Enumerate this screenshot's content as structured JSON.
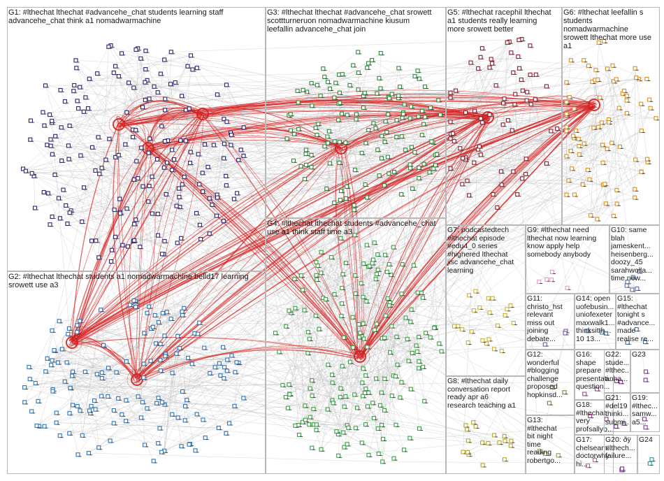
{
  "colors": {
    "background": "#ffffff",
    "box_border": "#b8b8b8",
    "edge_gray": "#b9b9b9",
    "edge_red": "#d42020",
    "hub_ring": "#c0392b"
  },
  "groups": [
    {
      "id": "G1",
      "label": "G1: #lthechat lthechat #advancehe_chat students learning staff\nadvancehe_chat think a1 nomadwarmachine",
      "node_color": "#2a2470"
    },
    {
      "id": "G2",
      "label": "G2: #lthechat lthechat students a1 nomadwarmachine belld17 learning\nsrowett use a3",
      "node_color": "#2f74b8"
    },
    {
      "id": "G3",
      "label": "G3: #lthechat lthechat #advancehe_chat srowett\nscottturneruon nomadwarmachine kiusum\nleefallin advancehe_chat join",
      "node_color": "#2e8a3a"
    },
    {
      "id": "G4",
      "label": "G4: #lthechat lthechat students #advancehe_chat\nuse a1 think staff time a3",
      "node_color": "#3aa045"
    },
    {
      "id": "G5",
      "label": "G5: #lthechat racephil lthechat\na1 students really learning\nmore srowett better",
      "node_color": "#8a1f2e"
    },
    {
      "id": "G6",
      "label": "G6: #lthechat leefallin s\nstudents\nnomadwarmachine\nsrowett lthechat more use\na1",
      "node_color": "#d4922a"
    },
    {
      "id": "G7",
      "label": "G7: podcastedtech\n#lthechat episode\n#edu4_0 series\n#highered lthechat\njisc advancehe_chat\nlearning",
      "node_color": "#c8b23a"
    },
    {
      "id": "G8",
      "label": "G8: #lthechat daily\nconversation report\nready apr a6\nresearch teaching a1",
      "node_color": "#b5a52e"
    },
    {
      "id": "G9",
      "label": "G9: #lthechat need\nlthechat now learning\nknow apply help\nsomebody anybody",
      "node_color": "#d9a0c8"
    },
    {
      "id": "G10",
      "label": "G10: same\nblah\njameskent...\nheisenberg...\ndoozy_45\nsarahwolla...\ntime new...",
      "node_color": "#5a6fb0"
    },
    {
      "id": "G11",
      "label": "G11: christo_hst\nrelevant\nmiss out\njoining\ndebate...",
      "node_color": "#7a5a9a"
    },
    {
      "id": "G12",
      "label": "G12:\nwonderful\n#blogging\nchallenge\nproposed\nhopkinsd...",
      "node_color": "#6a8a4a"
    },
    {
      "id": "G13",
      "label": "G13:\n#lthechat\nbit night\ntime\nreading\nrobertgo...",
      "node_color": "#8aa04a"
    },
    {
      "id": "G14",
      "label": "G14: open\nuofebusin...\nuniofexeter\nmaxwalk1...\nthinksitth...\n10 13...",
      "node_color": "#4a7ab0"
    },
    {
      "id": "G15",
      "label": "G15:\n#lthechat\ntonight s\n#advance...\nmade\nrealise re...",
      "node_color": "#3a6a9a"
    },
    {
      "id": "G16",
      "label": "G16:\nshape\nprepare\npresentati...\nquestion...",
      "node_color": "#9a4a8a"
    },
    {
      "id": "G17",
      "label": "G17:\nchelseam...\ndoctorwhy\nhi...",
      "node_color": "#b06a8a"
    },
    {
      "id": "G18",
      "label": "G18:\n#lthechat\nvery\nprofsallyb...",
      "node_color": "#8a2a8a"
    },
    {
      "id": "G19",
      "label": "G19:\n#lthec...\nsamw...\na5...",
      "node_color": "#8a3aa0"
    },
    {
      "id": "G20",
      "label": "G20: ðÿ\n#lthech...\nfailure...",
      "node_color": "#7a2a9a"
    },
    {
      "id": "G21",
      "label": "G21:\n#del19\nthinki...\nsubmi...",
      "node_color": "#6a2a8a"
    },
    {
      "id": "G22",
      "label": "G22:\nstude...\n#lthec...\nanha...",
      "node_color": "#9a2a9a"
    },
    {
      "id": "G23",
      "label": "G23",
      "node_color": "#7a3a9a"
    },
    {
      "id": "G24",
      "label": "G24",
      "node_color": "#2a9aa0"
    }
  ]
}
